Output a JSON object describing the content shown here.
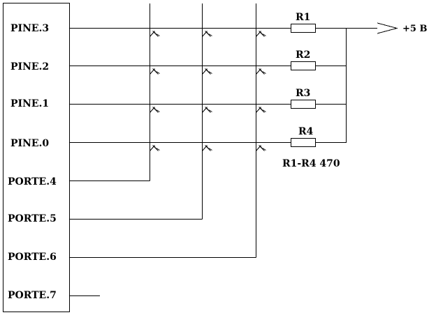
{
  "pins": {
    "pine3": "PINE.3",
    "pine2": "PINE.2",
    "pine1": "PINE.1",
    "pine0": "PINE.0",
    "porte4": "PORTE.4",
    "porte5": "PORTE.5",
    "porte6": "PORTE.6",
    "porte7": "PORTE.7"
  },
  "resistors": {
    "r1": "R1",
    "r2": "R2",
    "r3": "R3",
    "r4": "R4"
  },
  "supply_label": "+5 B",
  "resistor_note": "R1-R4 470"
}
